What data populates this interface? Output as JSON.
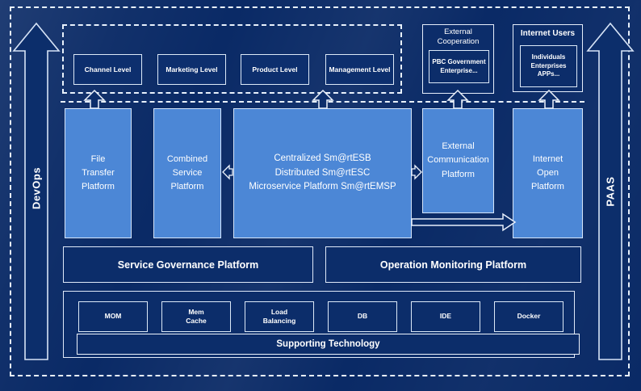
{
  "diagram": {
    "left_rail": {
      "label": "DevOps"
    },
    "right_rail": {
      "label": "PAAS"
    },
    "levels": {
      "items": [
        {
          "label": "Channel Level"
        },
        {
          "label": "Marketing Level"
        },
        {
          "label": "Product Level"
        },
        {
          "label": "Management Level"
        }
      ]
    },
    "external_cooperation": {
      "title_lines": [
        "External",
        "Cooperation"
      ],
      "members_lines": [
        "PBC Government",
        "Enterprise..."
      ]
    },
    "internet_users": {
      "title": "Internet Users",
      "members_lines": [
        "Individuals",
        "Enterprises",
        "APPs..."
      ]
    },
    "platforms": {
      "file_transfer": {
        "lines": [
          "File",
          "Transfer",
          "Platform"
        ]
      },
      "combined_service": {
        "lines": [
          "Combined",
          "Service",
          "Platform"
        ]
      },
      "esb": {
        "lines": [
          "Centralized Sm@rtESB",
          "Distributed Sm@rtESC",
          "Microservice Platform Sm@rtEMSP"
        ]
      },
      "external_communication": {
        "lines": [
          "External",
          "Communication",
          "Platform"
        ]
      },
      "internet_open": {
        "lines": [
          "Internet",
          "Open",
          "Platform"
        ]
      }
    },
    "governance": {
      "label": "Service Governance Platform"
    },
    "monitoring": {
      "label": "Operation Monitoring Platform"
    },
    "supporting": {
      "bar_label": "Supporting Technology",
      "technologies": [
        {
          "lines": [
            "MOM"
          ]
        },
        {
          "lines": [
            "Mem",
            "Cache"
          ]
        },
        {
          "lines": [
            "Load",
            "Balancing"
          ]
        },
        {
          "lines": [
            "DB"
          ]
        },
        {
          "lines": [
            "IDE"
          ]
        },
        {
          "lines": [
            "Docker"
          ]
        }
      ]
    },
    "colors": {
      "background": "#0a2a66",
      "panel_navy": "#0c2d6a",
      "platform_blue": "#4c87d6",
      "border_light": "#dce9f8",
      "dash_light": "#e8f1fc",
      "text": "#ffffff"
    }
  }
}
